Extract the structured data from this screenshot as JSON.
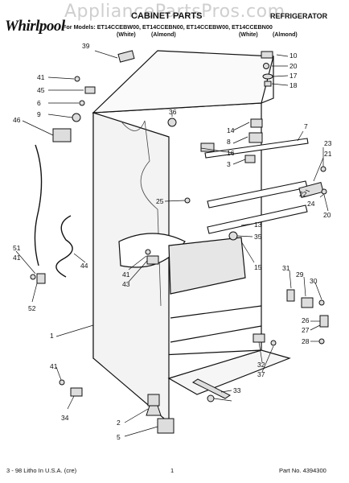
{
  "watermark": "AppliancePartsPros.com",
  "brand": "Whirlpool",
  "header": {
    "title": "CABINET PARTS",
    "category": "REFRIGERATOR",
    "models": "For Models: ET14CCEBW00, ET14CCEBN00, ET14CCEBW00, ET14CCEBN00",
    "colors": [
      "(White)",
      "(Almond)",
      "(White)",
      "(Almond)"
    ]
  },
  "callouts": [
    "39",
    "10",
    "20",
    "17",
    "18",
    "41",
    "45",
    "6",
    "9",
    "46",
    "36",
    "14",
    "8",
    "16",
    "3",
    "7",
    "23",
    "21",
    "22",
    "24",
    "20",
    "25",
    "13",
    "35",
    "15",
    "51",
    "41",
    "52",
    "44",
    "41",
    "43",
    "31",
    "29",
    "30",
    "26",
    "27",
    "28",
    "1",
    "32",
    "37",
    "41",
    "34",
    "33",
    "2",
    "5"
  ],
  "footer": {
    "left": "3 - 98 Litho In U.S.A. (cre)",
    "page": "1",
    "part_no": "Part No. 4394300"
  }
}
